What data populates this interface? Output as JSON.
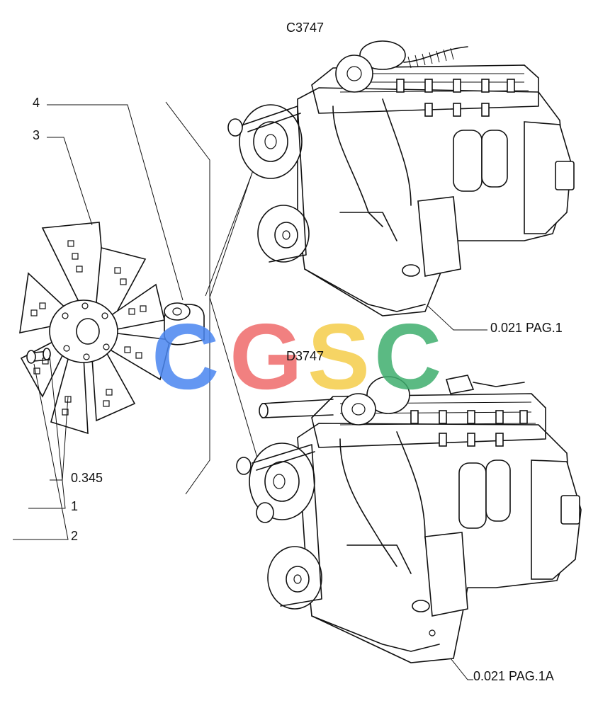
{
  "labels": {
    "engine_top": "C3747",
    "engine_bottom": "D3747",
    "ref_top": "0.021 PAG.1",
    "ref_bottom": "0.021 PAG.1A",
    "part_4": "4",
    "part_3": "3",
    "part_0345": "0.345",
    "part_1": "1",
    "part_2": "2"
  },
  "watermark": {
    "letters": [
      "C",
      "G",
      "S",
      "C"
    ],
    "colors": [
      "#4a86f0",
      "#ef6b6b",
      "#f5cd4a",
      "#3fae6e"
    ]
  }
}
